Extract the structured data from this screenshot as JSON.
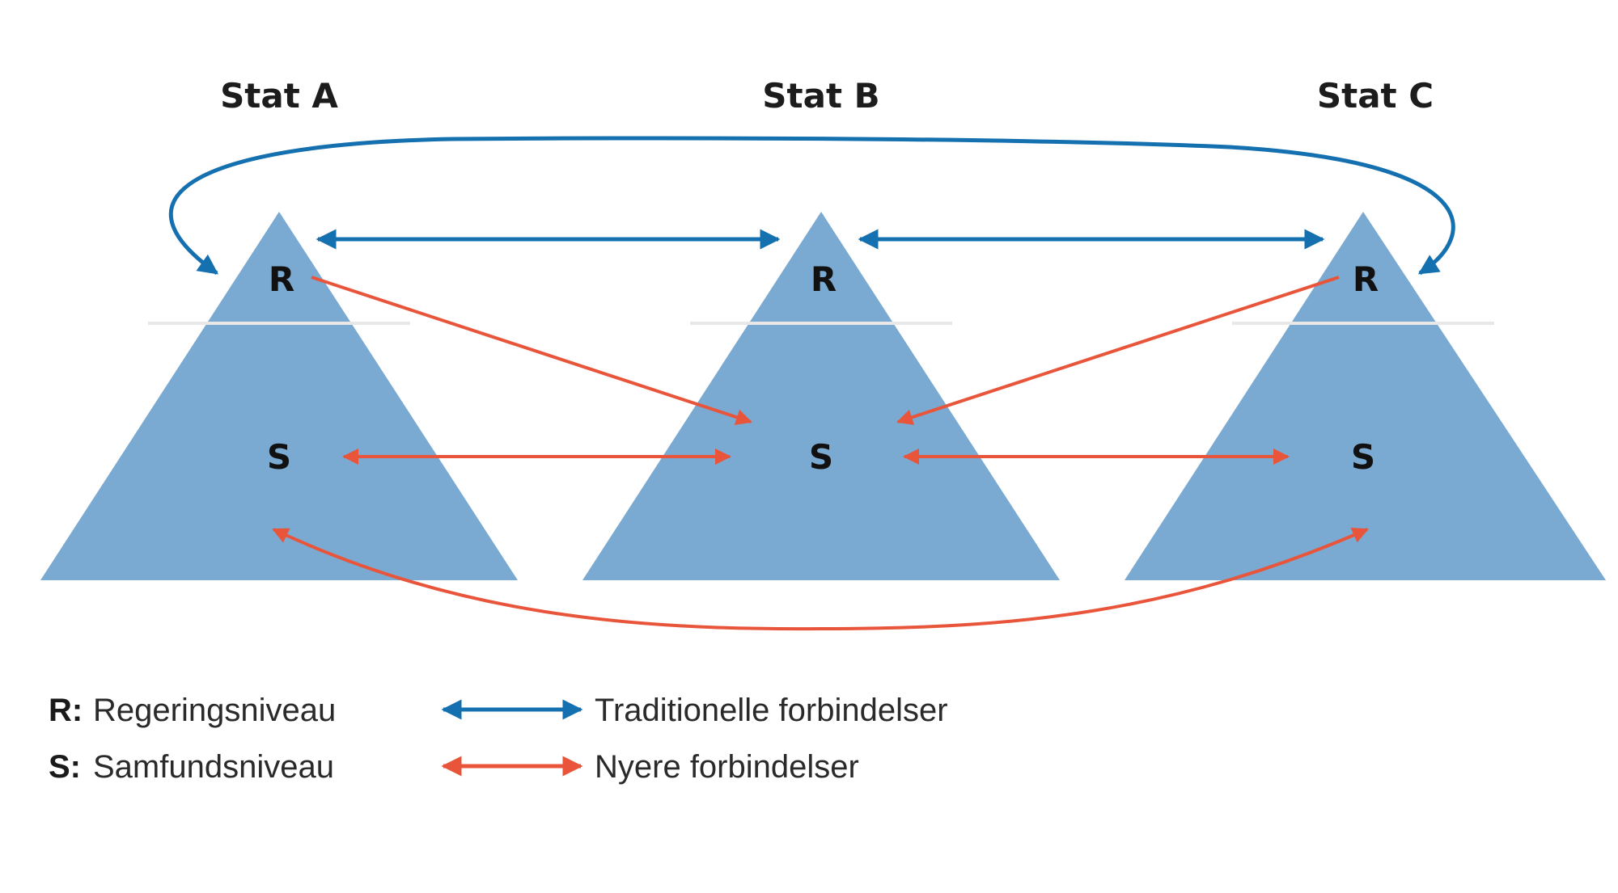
{
  "states": [
    {
      "id": "a",
      "title": "Stat A",
      "top_label": "R",
      "bottom_label": "S"
    },
    {
      "id": "b",
      "title": "Stat B",
      "top_label": "R",
      "bottom_label": "S"
    },
    {
      "id": "c",
      "title": "Stat C",
      "top_label": "R",
      "bottom_label": "S"
    }
  ],
  "legend": {
    "levels": [
      {
        "key": "R:",
        "text": "Regeringsniveau"
      },
      {
        "key": "S:",
        "text": "Samfundsniveau"
      }
    ],
    "connections": [
      {
        "text": "Traditionelle forbindelser",
        "color": "#1570b0"
      },
      {
        "text": "Nyere forbindelser",
        "color": "#e8553a"
      }
    ]
  },
  "colors": {
    "pyramid": "#7aaad1",
    "divider": "#e8e8e8",
    "traditional": "#1570b0",
    "newer": "#e8553a"
  }
}
